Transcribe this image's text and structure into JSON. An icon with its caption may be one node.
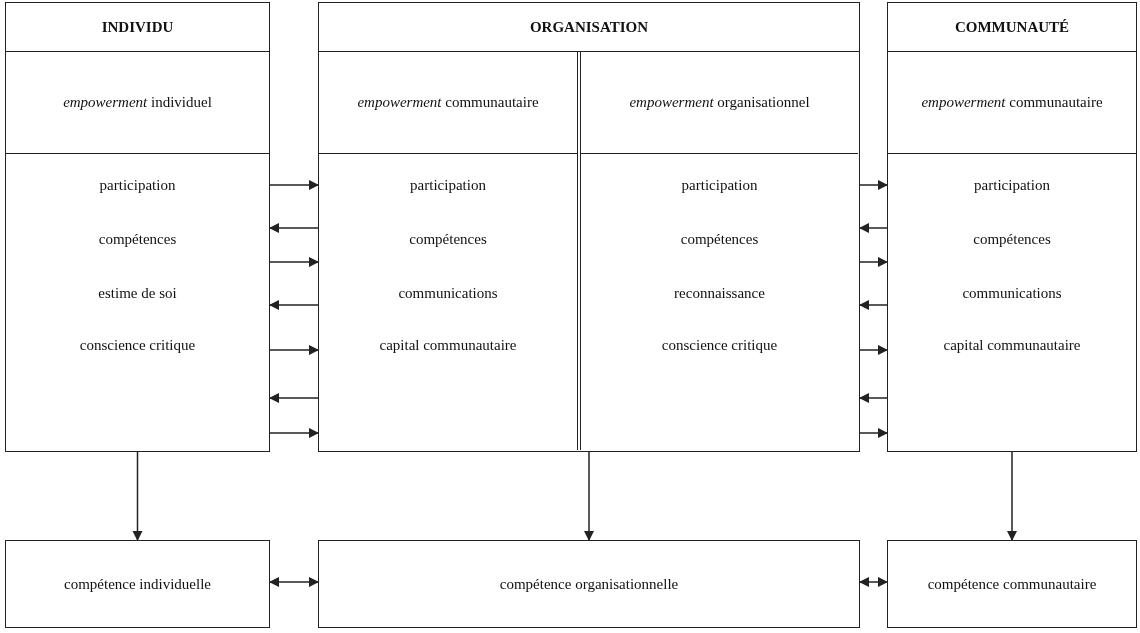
{
  "diagram": {
    "nodes": [
      {
        "text": [
          "INDIVIDU",
          "*empowerment* individuel",
          "participation",
          "compétences",
          "estime de soi",
          "conscience critique"
        ]
      },
      {
        "text": [
          "ORGANISATION"
        ]
      },
      {
        "text": [
          "*empowerment* communautaire",
          "participation",
          "compétences",
          "communications",
          "capital communautaire"
        ],
        "in": 1
      },
      {
        "text": [
          "*empowerment* organisationnel",
          "participation",
          "compétences",
          "reconnaissance",
          "conscience critique"
        ],
        "in": 1
      },
      {
        "text": [
          "COMMUNAUTÉ",
          "*empowerment* communautaire",
          "participation",
          "compétences",
          "communications",
          "capital communautaire"
        ]
      },
      {
        "text": [
          "compétence individuelle"
        ]
      },
      {
        "text": [
          "compétence organisationnelle"
        ]
      },
      {
        "text": [
          "compétence communautaire"
        ]
      }
    ],
    "edges": [
      {
        "from": 0,
        "to": 1,
        "arrow": "to"
      },
      {
        "from": 1,
        "to": 0,
        "arrow": "to"
      },
      {
        "from": 0,
        "to": 1,
        "arrow": "to"
      },
      {
        "from": 1,
        "to": 0,
        "arrow": "to"
      },
      {
        "from": 0,
        "to": 1,
        "arrow": "to"
      },
      {
        "from": 1,
        "to": 0,
        "arrow": "to"
      },
      {
        "from": 0,
        "to": 1,
        "arrow": "to"
      },
      {
        "from": 1,
        "to": 4,
        "arrow": "to"
      },
      {
        "from": 4,
        "to": 1,
        "arrow": "to"
      },
      {
        "from": 1,
        "to": 4,
        "arrow": "to"
      },
      {
        "from": 4,
        "to": 1,
        "arrow": "to"
      },
      {
        "from": 1,
        "to": 4,
        "arrow": "to"
      },
      {
        "from": 4,
        "to": 1,
        "arrow": "to"
      },
      {
        "from": 1,
        "to": 4,
        "arrow": "to"
      },
      {
        "from": 0,
        "to": 5,
        "arrow": "to"
      },
      {
        "from": 1,
        "to": 6,
        "arrow": "to"
      },
      {
        "from": 4,
        "to": 7,
        "arrow": "to"
      },
      {
        "from": 5,
        "to": 6,
        "arrow": "both"
      },
      {
        "from": 6,
        "to": 7,
        "arrow": "both"
      }
    ]
  }
}
